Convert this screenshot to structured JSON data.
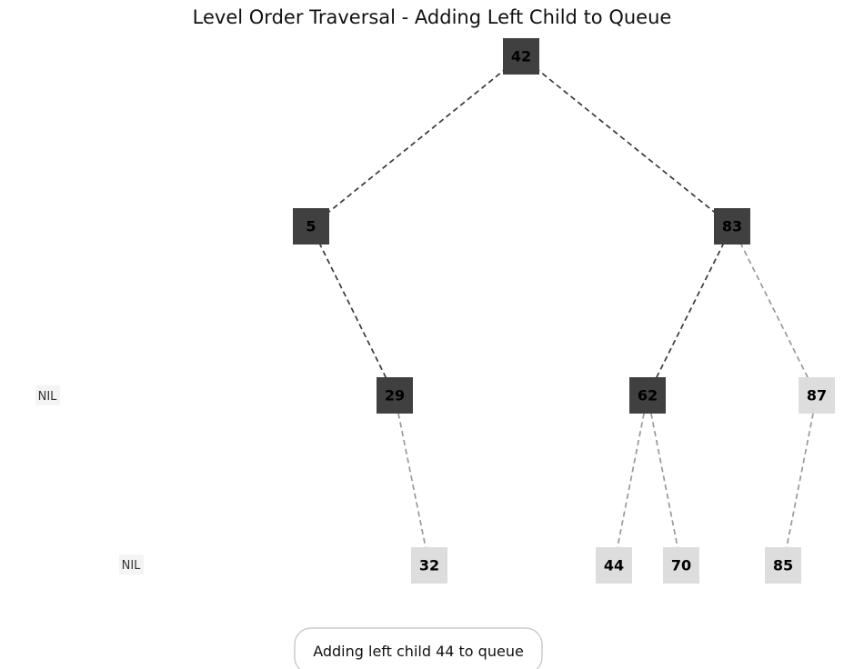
{
  "title": "Level Order Traversal - Adding Left Child to Queue",
  "status": "Adding left child 44 to queue",
  "colors": {
    "visited_fill": "#404040",
    "pending_fill": "#dddddd",
    "visited_edge": "#3a3a3a",
    "pending_edge": "#999999",
    "nil_fill": "#f4f4f4"
  },
  "nil_label": "NIL",
  "nodes": [
    {
      "id": "n42",
      "label": "42",
      "state": "visited"
    },
    {
      "id": "n5",
      "label": "5",
      "state": "visited"
    },
    {
      "id": "n83",
      "label": "83",
      "state": "visited"
    },
    {
      "id": "n29",
      "label": "29",
      "state": "visited"
    },
    {
      "id": "n62",
      "label": "62",
      "state": "visited"
    },
    {
      "id": "n87",
      "label": "87",
      "state": "pending"
    },
    {
      "id": "n32",
      "label": "32",
      "state": "pending"
    },
    {
      "id": "n44",
      "label": "44",
      "state": "pending"
    },
    {
      "id": "n70",
      "label": "70",
      "state": "pending"
    },
    {
      "id": "n85",
      "label": "85",
      "state": "pending"
    }
  ],
  "edges": [
    {
      "from": "n42",
      "to": "n5",
      "state": "visited"
    },
    {
      "from": "n42",
      "to": "n83",
      "state": "visited"
    },
    {
      "from": "n5",
      "to": "n29",
      "state": "visited"
    },
    {
      "from": "n83",
      "to": "n62",
      "state": "visited"
    },
    {
      "from": "n83",
      "to": "n87",
      "state": "pending"
    },
    {
      "from": "n29",
      "to": "n32",
      "state": "pending"
    },
    {
      "from": "n62",
      "to": "n44",
      "state": "pending"
    },
    {
      "from": "n62",
      "to": "n70",
      "state": "pending"
    },
    {
      "from": "n87",
      "to": "n85",
      "state": "pending"
    }
  ]
}
